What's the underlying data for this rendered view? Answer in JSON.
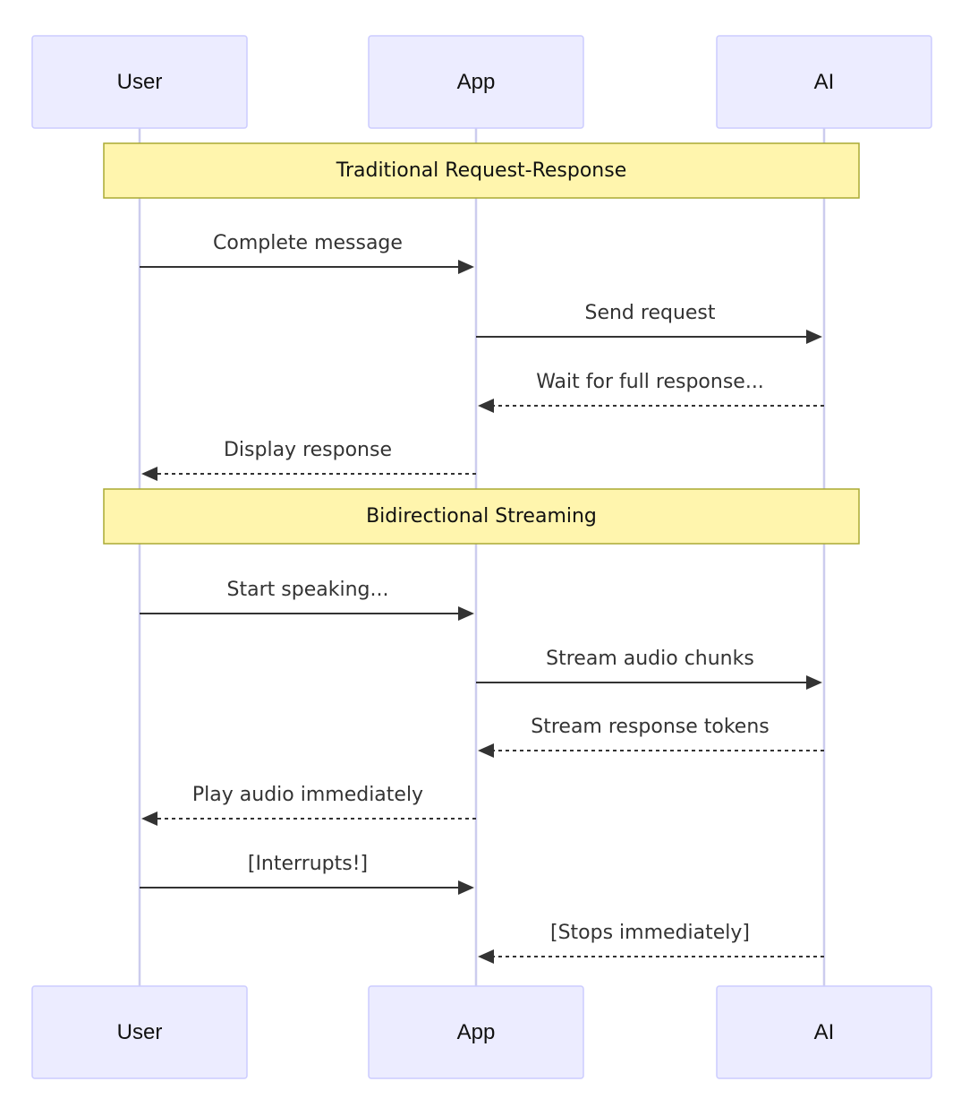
{
  "participants": [
    {
      "id": "user",
      "label": "User"
    },
    {
      "id": "app",
      "label": "App"
    },
    {
      "id": "ai",
      "label": "AI"
    }
  ],
  "notes": [
    {
      "label": "Traditional Request-Response",
      "over": [
        "user",
        "ai"
      ]
    },
    {
      "label": "Bidirectional Streaming",
      "over": [
        "user",
        "ai"
      ]
    }
  ],
  "messages": [
    {
      "from": "user",
      "to": "app",
      "label": "Complete message",
      "style": "solid"
    },
    {
      "from": "app",
      "to": "ai",
      "label": "Send request",
      "style": "solid"
    },
    {
      "from": "ai",
      "to": "app",
      "label": "Wait for full response...",
      "style": "dotted"
    },
    {
      "from": "app",
      "to": "user",
      "label": "Display response",
      "style": "dotted"
    },
    {
      "from": "user",
      "to": "app",
      "label": "Start speaking...",
      "style": "solid"
    },
    {
      "from": "app",
      "to": "ai",
      "label": "Stream audio chunks",
      "style": "solid"
    },
    {
      "from": "ai",
      "to": "app",
      "label": "Stream response tokens",
      "style": "dotted"
    },
    {
      "from": "app",
      "to": "user",
      "label": "Play audio immediately",
      "style": "dotted"
    },
    {
      "from": "user",
      "to": "app",
      "label": "[Interrupts!]",
      "style": "solid"
    },
    {
      "from": "ai",
      "to": "app",
      "label": "[Stops immediately]",
      "style": "dotted"
    }
  ],
  "colors": {
    "actor_fill": "#ECECFF",
    "actor_stroke": "#CCCCFF",
    "note_fill": "#FFF5AD",
    "note_stroke": "#AAAA33",
    "line": "#333333"
  }
}
